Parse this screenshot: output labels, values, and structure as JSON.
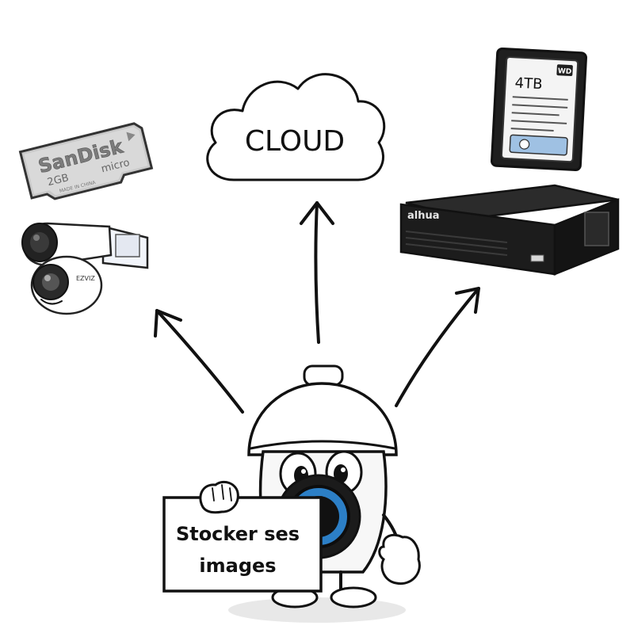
{
  "cloud": {
    "label": "CLOUD"
  },
  "sd_card": {
    "brand": "SanDisk",
    "capacity": "2GB",
    "type": "micro",
    "origin": "MADE IN CHINA"
  },
  "ip_cameras": {
    "brand": "EZVIZ"
  },
  "hard_drive": {
    "brand": "WD",
    "capacity": "4TB"
  },
  "nvr": {
    "brand": "alhua"
  },
  "sign": {
    "line1": "Stocker ses",
    "line2": "images"
  }
}
